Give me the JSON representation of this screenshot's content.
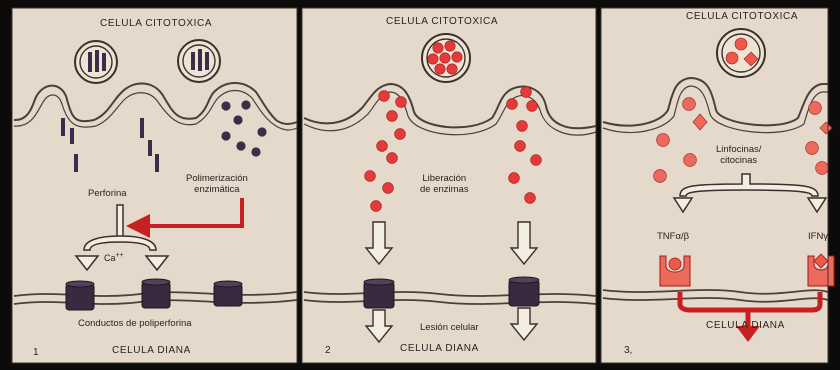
{
  "colors": {
    "background": "#e4d9ca",
    "frame": "#0d0b0a",
    "membrane": "#4a403c",
    "granule_dark": "#3d2d49",
    "enzyme_red": "#e43a3a",
    "arrow_red": "#c82022",
    "channel": "#3a2a40",
    "receptor": "#ec6a5c"
  },
  "panels": [
    {
      "title": "CELULA CITOTOXICA",
      "number": "1",
      "labels": {
        "perforin": "Perforina",
        "polymerization": "Polimerización\nenzimática",
        "calcium": "Ca++",
        "channels": "Conductos de poliperforina"
      },
      "bottom": "CELULA DIANA"
    },
    {
      "title": "CELULA CITOTOXICA",
      "number": "2",
      "labels": {
        "release": "Liberación\nde enzimas",
        "lesion": "Lesión celular"
      },
      "bottom": "CELULA DIANA"
    },
    {
      "title": "CELULA CITOTOXICA",
      "number": "3,",
      "labels": {
        "lymphokines": "Linfocinas/\ncitocinas",
        "tnf": "TNFα/β",
        "ifn": "IFNγ"
      },
      "bottom": "CELULA DIANA"
    }
  ]
}
